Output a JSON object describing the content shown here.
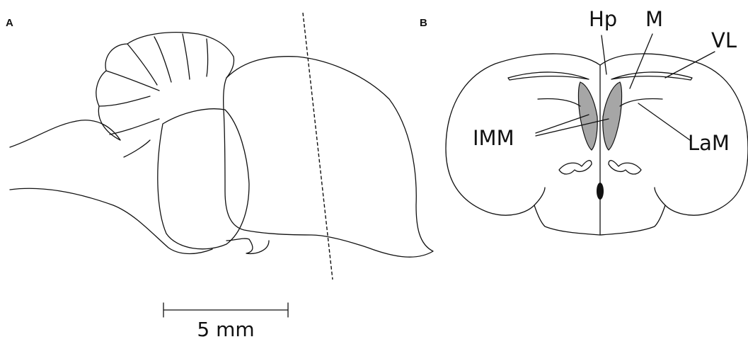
{
  "panels": {
    "a_label": "A",
    "b_label": "B"
  },
  "labels": {
    "hp": "Hp",
    "m": "M",
    "vl": "VL",
    "imm": "IMM",
    "lam": "LaM"
  },
  "scale_bar": {
    "text": "5 mm"
  },
  "colors": {
    "outline": "#111111",
    "imm_fill": "#a6a6a6",
    "background": "#ffffff"
  }
}
